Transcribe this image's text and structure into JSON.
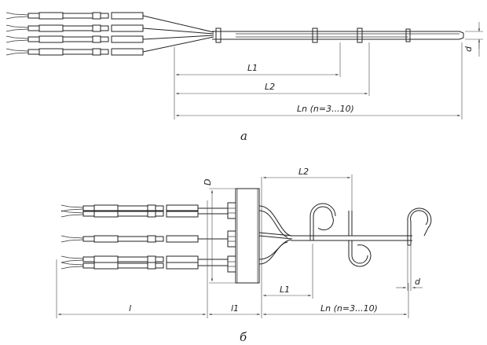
{
  "figure_a": {
    "caption": "a",
    "dims": {
      "l1": "L1",
      "l2": "L2",
      "ln": "Ln (n=3...10)",
      "d": "d"
    }
  },
  "figure_b": {
    "caption": "б",
    "dims": {
      "D": "D",
      "l2": "L2",
      "l1": "L1",
      "ln": "Ln (n=3...10)",
      "d": "d",
      "l": "l",
      "l1_small": "l1"
    }
  }
}
